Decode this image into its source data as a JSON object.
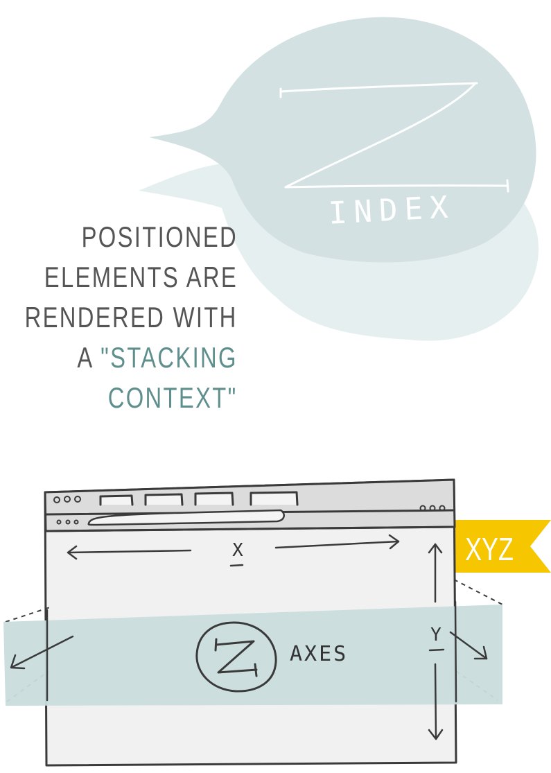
{
  "title": {
    "letter": "Z",
    "word": "INDEX"
  },
  "caption": {
    "line1": "POSITIONED",
    "line2": "ELEMENTS ARE",
    "line3": "RENDERED WITH",
    "line4_prefix": "A ",
    "line4_highlight": "\"STACKING",
    "line5_highlight": "CONTEXT\""
  },
  "diagram": {
    "x_label": "X",
    "y_label": "Y",
    "z_label": "Z",
    "z_word": "AXES",
    "flag_label": "XYZ"
  },
  "colors": {
    "bubble_back": "#e6efef",
    "bubble_front": "#d3e1e2",
    "band": "#c9dcdc",
    "caption_text": "#555555",
    "highlight_text": "#5f8f8d",
    "flag": "#f6c700",
    "window_fill": "#f2f2f2",
    "ink": "#3a3a3a"
  }
}
